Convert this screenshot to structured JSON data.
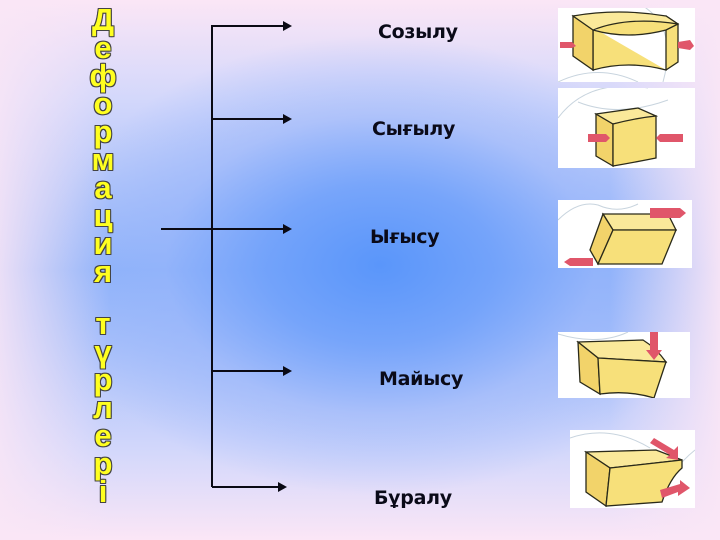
{
  "title": {
    "vertical_letters": [
      "Д",
      "е",
      "ф",
      "о",
      "р",
      "м",
      "а",
      "ц",
      "и",
      "я",
      "",
      "т",
      "ү",
      "р",
      "л",
      "е",
      "р",
      "і"
    ],
    "text": "Деформация түрлері",
    "fill_color": "#ffff20",
    "outline_color": "#444444"
  },
  "diagram": {
    "line_color": "#0a0a14",
    "branches": [
      {
        "label": "Созылу",
        "illustration": "tension-block-icon"
      },
      {
        "label": "Сығылу",
        "illustration": "compression-block-icon"
      },
      {
        "label": "Ығысу",
        "illustration": "shear-block-icon"
      },
      {
        "label": "Майысу",
        "illustration": "bending-block-icon"
      },
      {
        "label": "Бұралу",
        "illustration": "torsion-block-icon"
      }
    ]
  },
  "colors": {
    "background_center": "#5a96fa",
    "background_edge": "#fbe6f6",
    "block_fill": "#f7e07a",
    "force_arrow": "#e0566a"
  }
}
